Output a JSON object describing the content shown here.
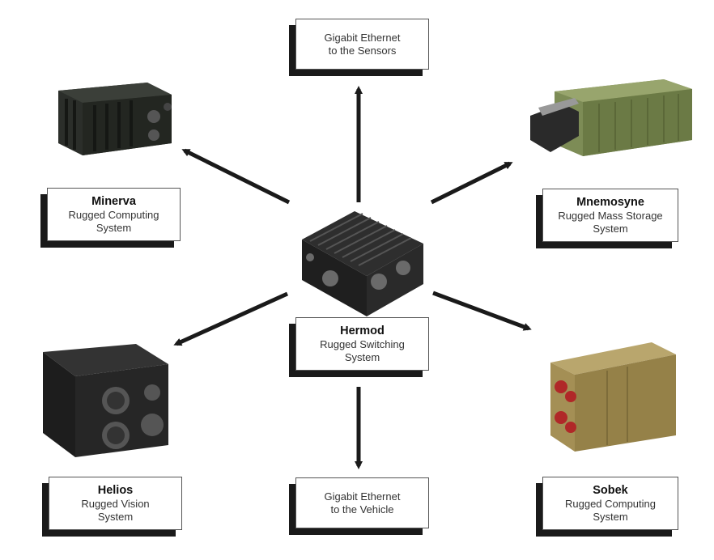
{
  "nodes": {
    "sensors": {
      "line1": "Gigabit Ethernet",
      "line2": "to the Sensors"
    },
    "vehicle": {
      "line1": "Gigabit Ethernet",
      "line2": "to the Vehicle"
    },
    "minerva": {
      "name": "Minerva",
      "line1": "Rugged Computing",
      "line2": "System"
    },
    "mnemosyne": {
      "name": "Mnemosyne",
      "line1": "Rugged Mass Storage",
      "line2": "System"
    },
    "hermod": {
      "name": "Hermod",
      "line1": "Rugged Switching",
      "line2": "System"
    },
    "helios": {
      "name": "Helios",
      "line1": "Rugged Vision",
      "line2": "System"
    },
    "sobek": {
      "name": "Sobek",
      "line1": "Rugged Computing",
      "line2": "System"
    }
  },
  "colors": {
    "arrow": "#1a1a1a",
    "shadow": "#1a1a1a",
    "olive": "#6f7f4a",
    "bronze": "#a08a52",
    "dark": "#2a2a2a"
  }
}
